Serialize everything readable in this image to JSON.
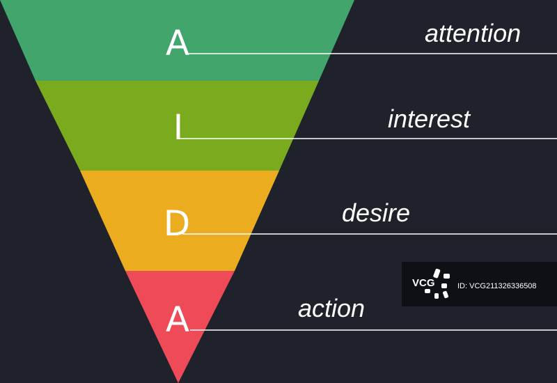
{
  "stages": [
    {
      "letter": "A",
      "label": "attention",
      "color": "#41a56c"
    },
    {
      "letter": "I",
      "label": "interest",
      "color": "#7aaa1e"
    },
    {
      "letter": "D",
      "label": "desire",
      "color": "#ecac20"
    },
    {
      "letter": "A",
      "label": "action",
      "color": "#ef4a57"
    }
  ],
  "watermark": {
    "brand": "VCG",
    "id_text": "ID: VCG211326336508"
  }
}
